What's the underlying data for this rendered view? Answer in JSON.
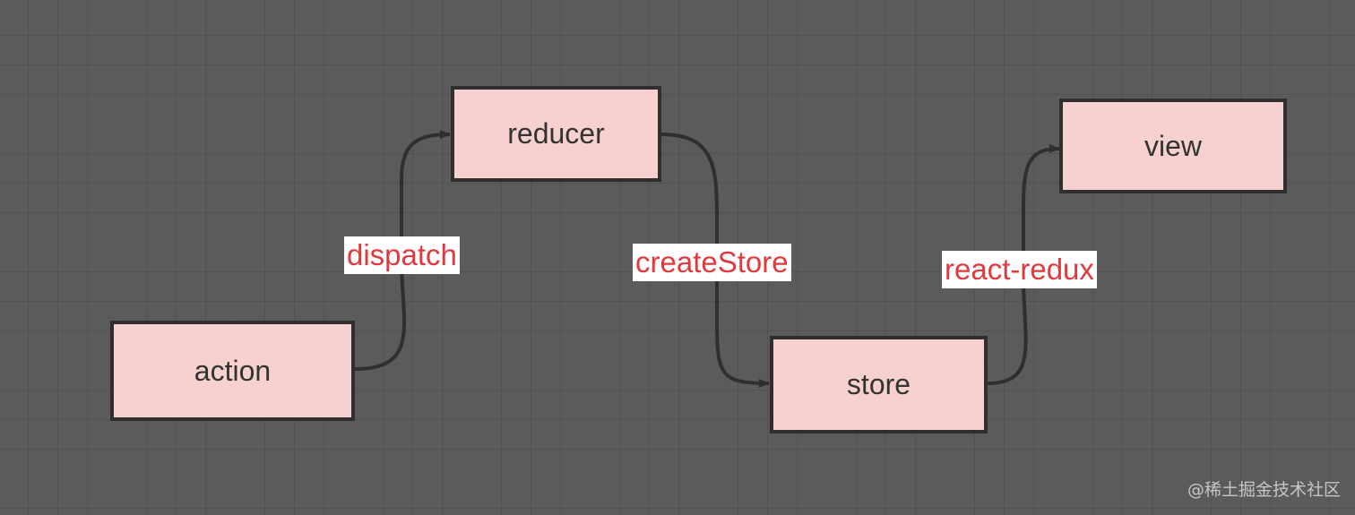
{
  "diagram": {
    "nodes": {
      "action": "action",
      "reducer": "reducer",
      "store": "store",
      "view": "view"
    },
    "edges": {
      "action_to_reducer": "dispatch",
      "reducer_to_store": "createStore",
      "store_to_view": "react-redux"
    },
    "colors": {
      "node_fill": "#f7d1d0",
      "node_border": "#2f2f2f",
      "label_text": "#e0393e",
      "connector": "#2f2f2f"
    }
  },
  "watermark": "@稀土掘金技术社区"
}
